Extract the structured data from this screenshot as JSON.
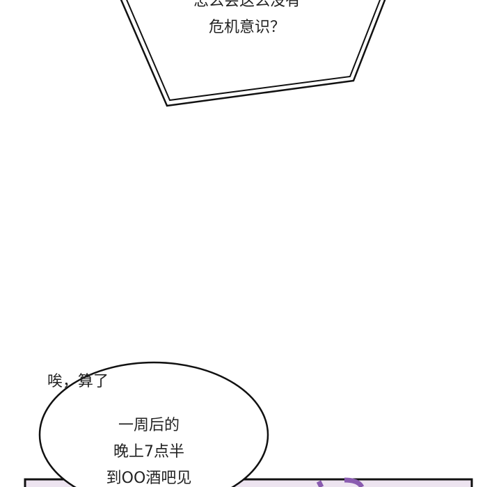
{
  "top_bubble": {
    "lines": [
      "怎么会这么没有",
      "危机意识？"
    ]
  },
  "aside_text": "唉，算了",
  "round_bubble": {
    "lines": [
      "一周后的",
      "晚上7点半",
      "到OO酒吧见"
    ]
  },
  "colors": {
    "panel_fill": "#ede4f0",
    "panel_accent": "#8a5cb0",
    "ink": "#111111"
  }
}
